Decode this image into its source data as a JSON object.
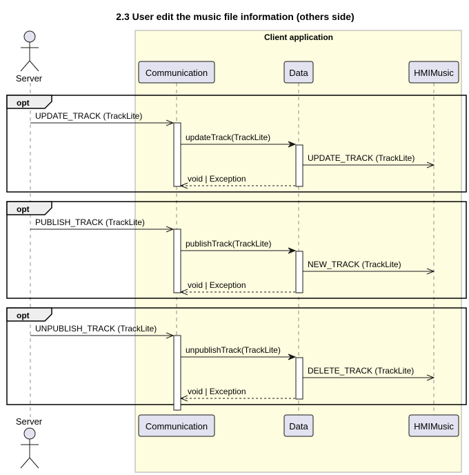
{
  "title": "2.3 User edit the music file information (others side)",
  "box": {
    "label": "Client application"
  },
  "actor": {
    "name": "Server"
  },
  "participants": [
    {
      "id": "comm",
      "label": "Communication"
    },
    {
      "id": "data",
      "label": "Data"
    },
    {
      "id": "hmi",
      "label": "HMIMusic"
    }
  ],
  "fragments": [
    {
      "label": "opt",
      "messages": [
        {
          "from": "actor",
          "to": "comm",
          "label": "UPDATE_TRACK (TrackLite)",
          "kind": "async"
        },
        {
          "from": "comm",
          "to": "data",
          "label": "updateTrack(TrackLite)",
          "kind": "sync"
        },
        {
          "from": "data",
          "to": "hmi",
          "label": "UPDATE_TRACK (TrackLite)",
          "kind": "async"
        },
        {
          "from": "data",
          "to": "comm",
          "label": "void | Exception",
          "kind": "return"
        }
      ]
    },
    {
      "label": "opt",
      "messages": [
        {
          "from": "actor",
          "to": "comm",
          "label": "PUBLISH_TRACK (TrackLite)",
          "kind": "async"
        },
        {
          "from": "comm",
          "to": "data",
          "label": "publishTrack(TrackLite)",
          "kind": "sync"
        },
        {
          "from": "data",
          "to": "hmi",
          "label": "NEW_TRACK (TrackLite)",
          "kind": "async"
        },
        {
          "from": "data",
          "to": "comm",
          "label": "void | Exception",
          "kind": "return"
        }
      ]
    },
    {
      "label": "opt",
      "messages": [
        {
          "from": "actor",
          "to": "comm",
          "label": "UNPUBLISH_TRACK (TrackLite)",
          "kind": "async"
        },
        {
          "from": "comm",
          "to": "data",
          "label": "unpublishTrack(TrackLite)",
          "kind": "sync"
        },
        {
          "from": "data",
          "to": "hmi",
          "label": "DELETE_TRACK (TrackLite)",
          "kind": "async"
        },
        {
          "from": "data",
          "to": "comm",
          "label": "void | Exception",
          "kind": "return"
        }
      ]
    }
  ],
  "colors": {
    "box_fill": "#fefde0",
    "box_stroke": "#aaaaaa",
    "participant_fill": "#e2e2f0",
    "participant_stroke": "#181818",
    "lifeline": "#8e8e8e"
  }
}
